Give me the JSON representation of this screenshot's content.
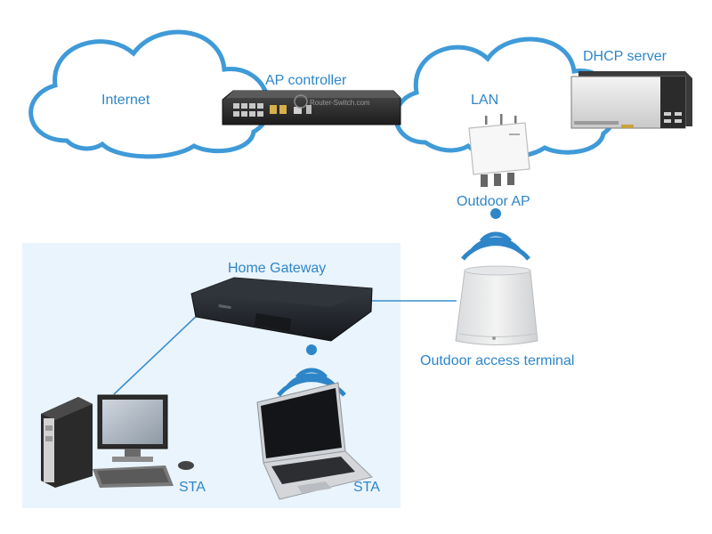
{
  "colors": {
    "label": "#2e86c8",
    "cloud_outline": "#3f9ad8",
    "link": "#3a8fcf",
    "home_zone": "#eaf4fc",
    "wifi": "#2e86c8"
  },
  "clouds": {
    "left": {
      "label": "Internet"
    },
    "right": {
      "label": "LAN"
    }
  },
  "devices": {
    "ap_controller": {
      "label": "AP controller",
      "brand_text": "Router-Switch.com",
      "icon": "switch-icon"
    },
    "dhcp_server": {
      "label": "DHCP server",
      "icon": "rack-server-icon"
    },
    "outdoor_ap": {
      "label": "Outdoor AP",
      "icon": "access-point-icon"
    },
    "home_gateway": {
      "label": "Home Gateway",
      "icon": "gateway-icon"
    },
    "outdoor_terminal": {
      "label": "Outdoor access terminal",
      "icon": "cpe-icon"
    },
    "desktop": {
      "label": "STA",
      "icon": "desktop-pc-icon"
    },
    "laptop": {
      "label": "STA",
      "icon": "laptop-icon"
    }
  }
}
